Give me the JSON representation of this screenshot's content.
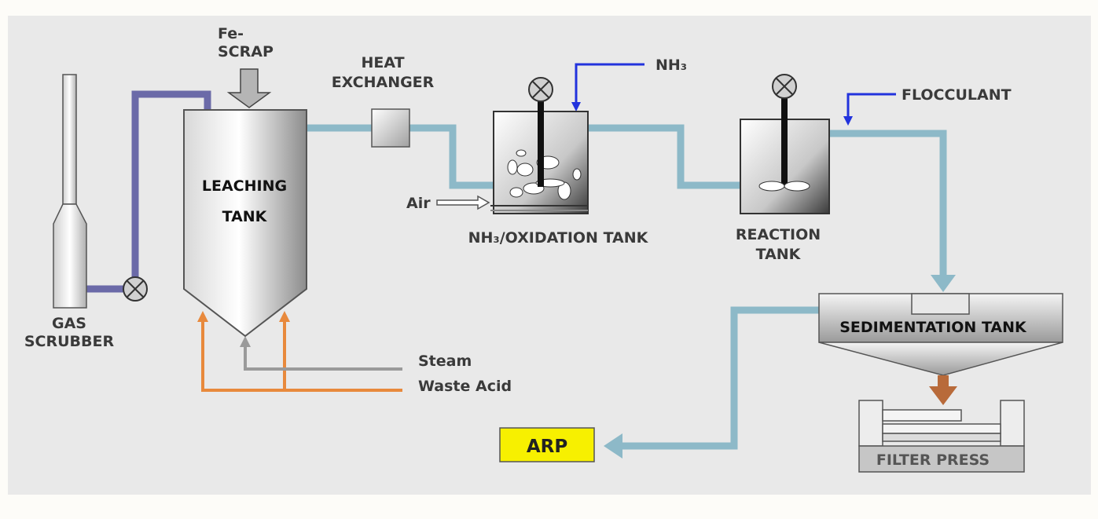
{
  "labels": {
    "fe_scrap_1": "Fe-",
    "fe_scrap_2": "SCRAP",
    "heat_exchanger_1": "HEAT",
    "heat_exchanger_2": "EXCHANGER",
    "nh3_input": "NH₃",
    "flocculant": "FLOCCULANT",
    "leaching_tank_1": "LEACHING",
    "leaching_tank_2": "TANK",
    "air": "Air",
    "oxidation_tank": "NH₃/OXIDATION TANK",
    "reaction_tank_1": "REACTION",
    "reaction_tank_2": "TANK",
    "gas_scrubber_1": "GAS",
    "gas_scrubber_2": "SCRUBBER",
    "steam": "Steam",
    "waste_acid": "Waste Acid",
    "sedimentation_tank": "SEDIMENTATION TANK",
    "filter_press": "FILTER PRESS",
    "arp": "ARP"
  },
  "colors": {
    "process_line": "#8db9c8",
    "gas_line": "#6b6aa8",
    "acid_line": "#e8893c",
    "steam_line": "#9a9a9a",
    "reagent_line": "#2233dd",
    "arp_fill": "#f7f000",
    "sludge_arrow": "#b86a3a"
  }
}
